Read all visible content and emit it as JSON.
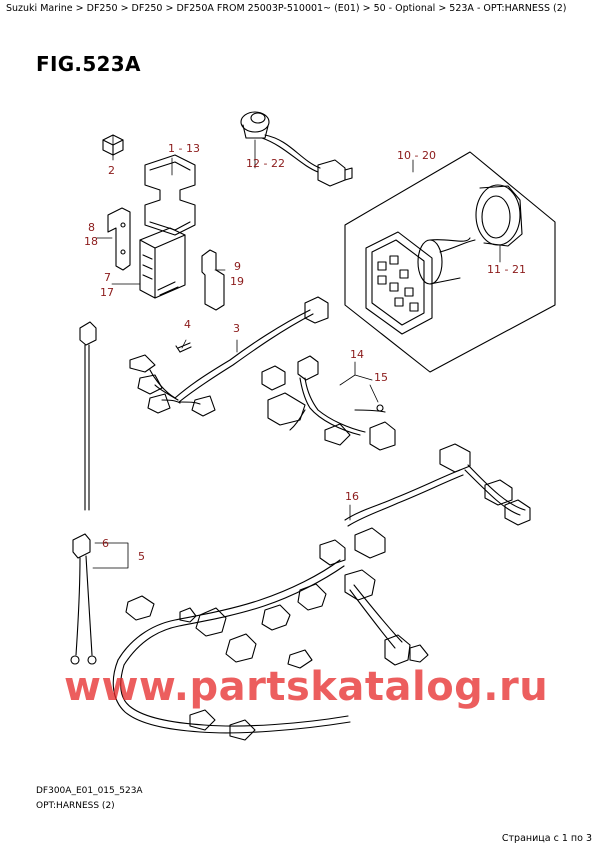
{
  "breadcrumb": "Suzuki Marine > DF250 > DF250 > DF250A FROM 25003P-510001~ (E01) > 50 - Optional > 523A - OPT:HARNESS (2)",
  "figure_title": "FIG.523A",
  "watermark": "www.partskatalog.ru",
  "footer": {
    "code": "DF300A_E01_015_523A",
    "caption": "OPT:HARNESS (2)",
    "page_counter": "Страница с 1 по 3"
  },
  "callouts": {
    "c_1_13": "1 - 13",
    "c_2": "2",
    "c_12_22": "12 - 22",
    "c_10_20": "10 - 20",
    "c_8": "8",
    "c_18": "18",
    "c_9": "9",
    "c_19": "19",
    "c_7": "7",
    "c_17": "17",
    "c_11_21": "11 - 21",
    "c_4": "4",
    "c_3": "3",
    "c_14": "14",
    "c_15": "15",
    "c_16": "16",
    "c_6": "6",
    "c_5": "5"
  },
  "colors": {
    "callout": "#8b1a1a",
    "watermark": "#e62828",
    "line": "#000000"
  }
}
